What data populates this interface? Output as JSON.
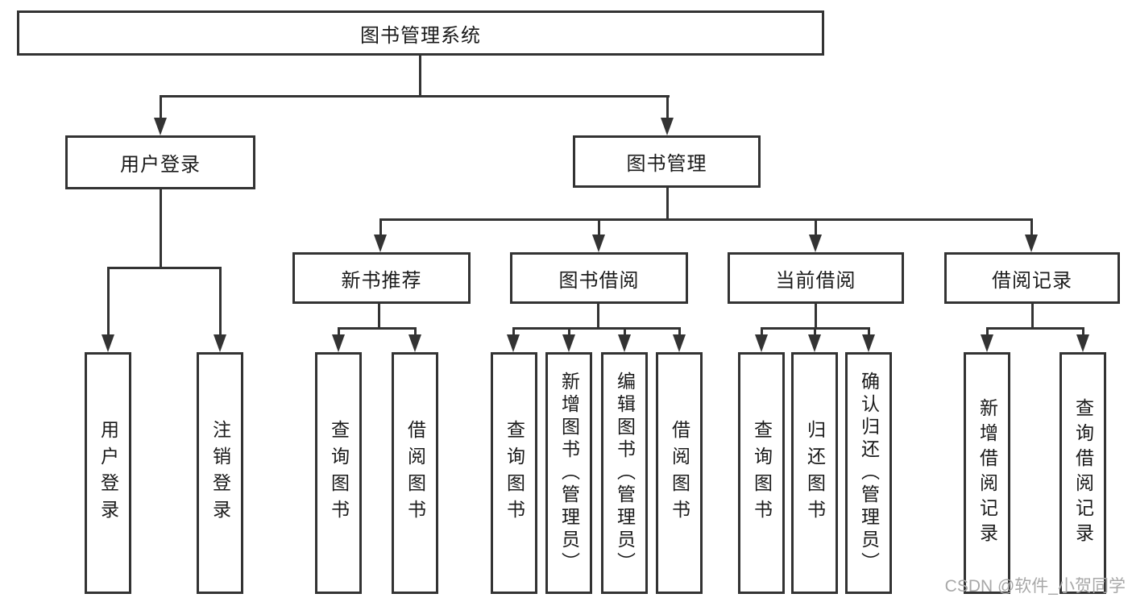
{
  "tree": {
    "root": {
      "label": "图书管理系统"
    },
    "branches": [
      {
        "label": "用户登录",
        "children": [
          {
            "label": "用户登录"
          },
          {
            "label": "注销登录"
          }
        ]
      },
      {
        "label": "图书管理",
        "children": [
          {
            "label": "新书推荐",
            "children": [
              {
                "label": "查询图书"
              },
              {
                "label": "借阅图书"
              }
            ]
          },
          {
            "label": "图书借阅",
            "children": [
              {
                "label": "查询图书"
              },
              {
                "label": "新增图书（管理员）"
              },
              {
                "label": "编辑图书（管理员）"
              },
              {
                "label": "借阅图书"
              }
            ]
          },
          {
            "label": "当前借阅",
            "children": [
              {
                "label": "查询图书"
              },
              {
                "label": "归还图书"
              },
              {
                "label": "确认归还（管理员）"
              }
            ]
          },
          {
            "label": "借阅记录",
            "children": [
              {
                "label": "新增借阅记录"
              },
              {
                "label": "查询借阅记录"
              }
            ]
          }
        ]
      }
    ]
  },
  "watermark": {
    "text": "CSDN @软件_小贺同学"
  },
  "colors": {
    "line": "#333333",
    "text": "#1a1a1a",
    "watermark": "#a8a8a8",
    "background": "#ffffff"
  }
}
